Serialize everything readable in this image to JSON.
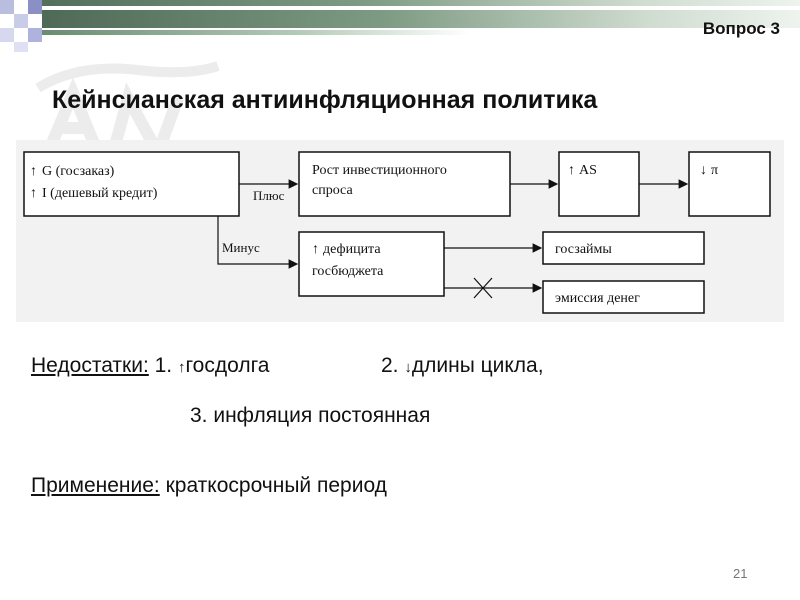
{
  "slide": {
    "question_label": "Вопрос 3",
    "title": "Кейнсианская антиинфляционная политика",
    "page_number": "21"
  },
  "diagram": {
    "box_policy": {
      "line1_arrow": "↑",
      "line1_text": "G (госзаказ)",
      "line2_arrow": "↑",
      "line2_text": "I (дешевый кредит)"
    },
    "box_investment": {
      "line1": "Рост инвестиционного",
      "line2": "спроса"
    },
    "box_as": {
      "arrow": "↑",
      "text": "AS"
    },
    "box_pi": {
      "arrow": "↓",
      "text": "π"
    },
    "box_deficit": {
      "arrow": "↑",
      "line1": "дефицита",
      "line2": "госбюджета"
    },
    "box_loans": {
      "text": "госзаймы"
    },
    "box_emission": {
      "text": "эмиссия денег"
    },
    "label_plus": "Плюс",
    "label_minus": "Минус"
  },
  "drawbacks": {
    "label": "Недостатки:",
    "item1_prefix": " 1. ",
    "item1_arrow": "↑",
    "item1_text": "госдолга",
    "item2_prefix": "2. ",
    "item2_arrow": "↓",
    "item2_text": "длины цикла,",
    "item3": "3. инфляция постоянная"
  },
  "application": {
    "label": "Применение:",
    "text": " краткосрочный период"
  }
}
